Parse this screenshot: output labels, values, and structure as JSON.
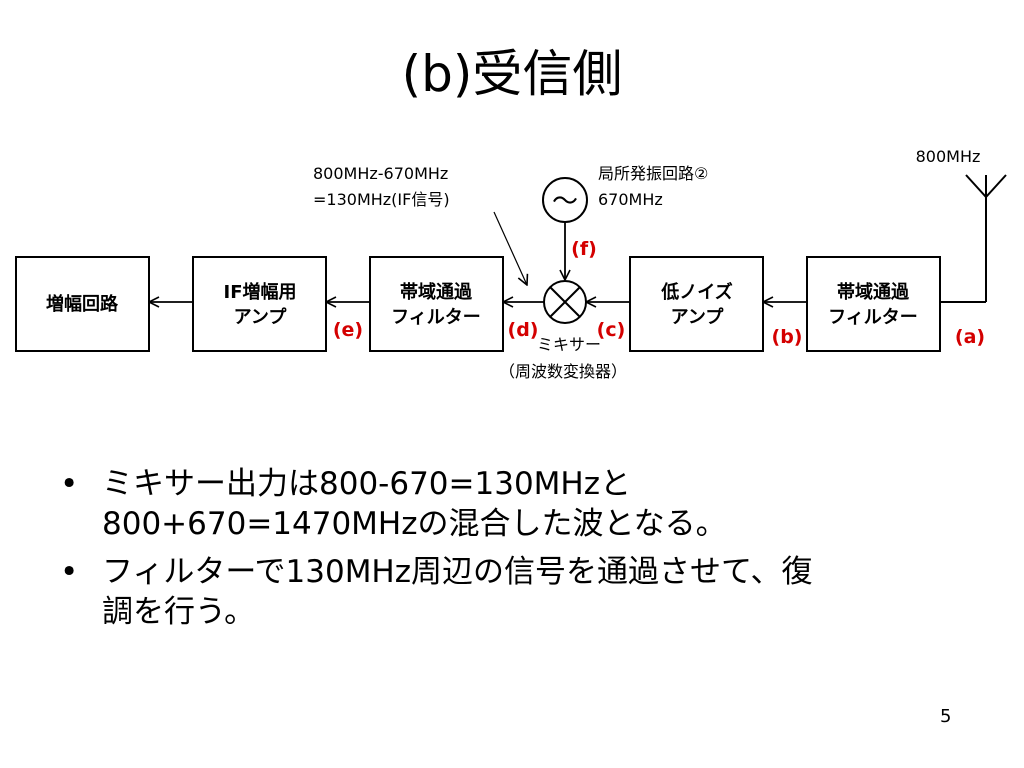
{
  "title": "(b)受信側",
  "diagram": {
    "blocks": {
      "amp_circuit": [
        "増幅回路"
      ],
      "if_amp": [
        "IF増幅用",
        "アンプ"
      ],
      "bpf_if": [
        "帯域通過",
        "フィルター"
      ],
      "lna": [
        "低ノイズ",
        "アンプ"
      ],
      "bpf_rf": [
        "帯域通過",
        "フィルター"
      ]
    },
    "antenna_label": "800MHz",
    "oscillator": {
      "symbol": "～",
      "label": [
        "局所発振回路②",
        "670MHz"
      ]
    },
    "if_note": [
      "800MHz-670MHz",
      "=130MHz(IF信号)"
    ],
    "mixer_label": [
      "ミキサー",
      "（周波数変換器）"
    ],
    "points": {
      "a": "(a)",
      "b": "(b)",
      "c": "(c)",
      "d": "(d)",
      "e": "(e)",
      "f": "(f)"
    },
    "colors": {
      "line": "#000000",
      "point_label": "#d40000"
    }
  },
  "bullets": [
    [
      "ミキサー出力は800-670=130MHzと",
      "800+670=1470MHzの混合した波となる。"
    ],
    [
      "フィルターで130MHz周辺の信号を通過させて、復",
      "調を行う。"
    ]
  ],
  "bullet_marker": "•",
  "page_number": "5"
}
